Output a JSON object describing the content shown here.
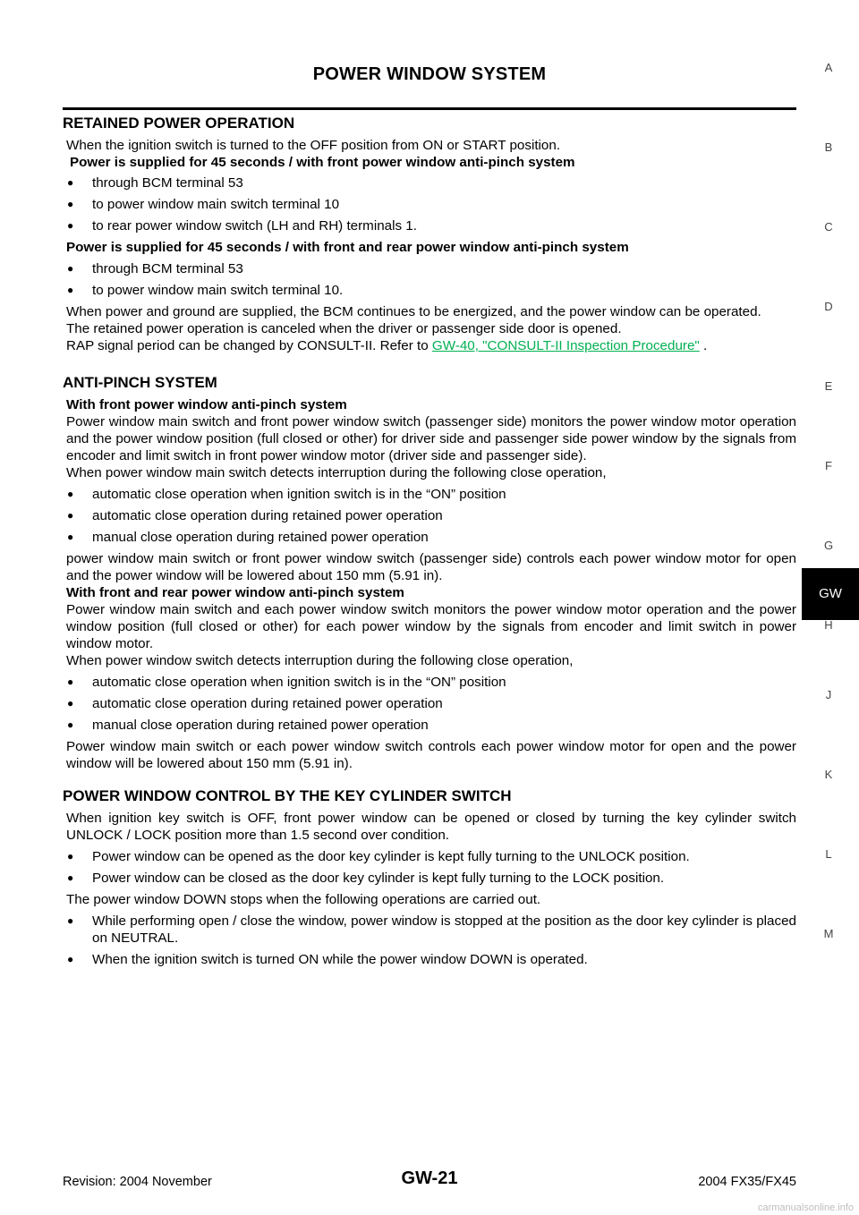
{
  "header": {
    "title": "POWER WINDOW SYSTEM"
  },
  "side_index": {
    "letters": [
      "A",
      "B",
      "C",
      "D",
      "E",
      "F",
      "G",
      "H",
      "GW",
      "J",
      "K",
      "L",
      "M"
    ]
  },
  "sections": {
    "retained": {
      "heading": "RETAINED POWER OPERATION",
      "intro": "When the ignition switch is turned to the OFF position from ON or START position.",
      "sub1": "Power is supplied for 45 seconds / with front power window anti-pinch system",
      "list1": [
        "through BCM terminal 53",
        "to power window main switch terminal 10",
        "to rear power window switch (LH and RH) terminals 1."
      ],
      "sub2": "Power is supplied for 45 seconds / with front and rear power window anti-pinch system",
      "list2": [
        "through BCM terminal 53",
        "to power window main switch terminal 10."
      ],
      "para1": "When power and ground are supplied, the BCM continues to be energized, and the power window can be operated.",
      "para2": "The retained power operation is canceled when the driver or passenger side door is opened.",
      "para3_prefix": "RAP signal period can be changed by CONSULT-II. Refer to",
      "para3_link": "GW-40, \"CONSULT-II Inspection Procedure\"",
      "para3_suffix": "."
    },
    "antipinch": {
      "heading": "ANTI-PINCH SYSTEM",
      "sub1": "With front power window anti-pinch system",
      "para1": "Power window main switch and front power window switch (passenger side) monitors the power window motor operation and the power window position (full closed or other) for driver side and passenger side power window by the signals from encoder and limit switch in front power window motor (driver side and passenger side).",
      "para2": "When power window main switch detects interruption during the following close operation,",
      "list1": [
        "automatic close operation when ignition switch is in the “ON” position",
        "automatic close operation during retained power operation",
        "manual close operation during retained power operation"
      ],
      "para3": "power window main switch or front power window switch (passenger side) controls each power window motor for open and the power window will be lowered about 150 mm (5.91 in).",
      "sub2": "With front and rear power window anti-pinch system",
      "para4": "Power window main switch and each power window switch monitors the power window motor operation and the power window position (full closed or other) for each power window by the signals from encoder and limit switch in power window motor.",
      "para5": "When power window switch detects interruption during the following close operation,",
      "list2": [
        "automatic close operation when ignition switch is in the “ON” position",
        "automatic close operation during retained power operation",
        "manual close operation during retained power operation"
      ],
      "para6": "Power window main switch or each power window switch controls each power window motor for open and the power window will be lowered about 150 mm (5.91 in)."
    },
    "keycyl": {
      "heading": "POWER WINDOW CONTROL BY THE KEY CYLINDER SWITCH",
      "para1": "When ignition key switch is OFF, front power window can be opened or closed by turning the key cylinder switch UNLOCK / LOCK position more than 1.5 second over condition.",
      "list1": [
        "Power window can be opened as the door key cylinder is kept fully turning to the UNLOCK position.",
        "Power window can be closed as the door key cylinder is kept fully turning to the LOCK position."
      ],
      "para2": "The power window DOWN stops when the following operations are carried out.",
      "list2": [
        "While performing open / close the window, power window is stopped at the position as the door key cylinder is placed on NEUTRAL.",
        "When the ignition switch is turned ON while the power window DOWN is operated."
      ]
    }
  },
  "footer": {
    "revision": "Revision: 2004 November",
    "page": "GW-21",
    "model": "2004 FX35/FX45",
    "watermark": "carmanualsonline.info"
  }
}
